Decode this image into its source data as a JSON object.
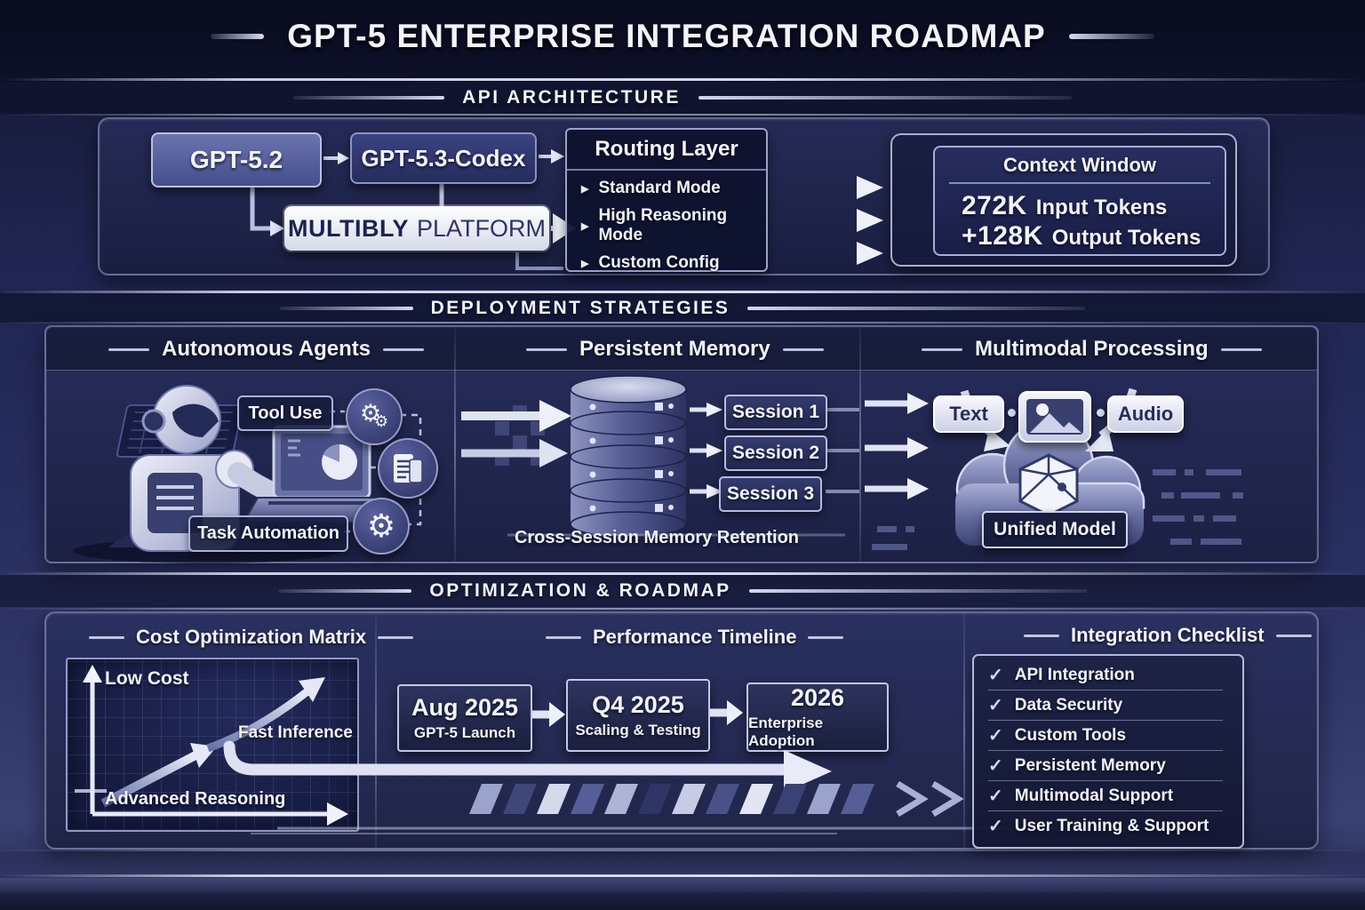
{
  "page": {
    "title": "GPT-5 ENTERPRISE INTEGRATION ROADMAP"
  },
  "icons": {
    "triangle": "▶",
    "check": "✓",
    "gear": "⚙"
  },
  "api": {
    "header": "API ARCHITECTURE",
    "model_a": "GPT-5.2",
    "model_b": "GPT-5.3-Codex",
    "platform_name": "MULTIBLY",
    "platform_word": "PLATFORM",
    "routing_title": "Routing Layer",
    "routing_items": [
      "Standard Mode",
      "High Reasoning Mode",
      "Custom Config"
    ],
    "context_title": "Context Window",
    "context_rows": [
      {
        "value": "272K",
        "label": "Input Tokens"
      },
      {
        "value": "+128K",
        "label": "Output Tokens"
      }
    ]
  },
  "deployment": {
    "header": "DEPLOYMENT STRATEGIES",
    "col1_title": "Autonomous Agents",
    "tool_use": "Tool Use",
    "task_automation": "Task Automation",
    "col2_title": "Persistent Memory",
    "sessions": [
      "Session 1",
      "Session 2",
      "Session 3"
    ],
    "memory_caption": "Cross-Session Memory Retention",
    "col3_title": "Multimodal Processing",
    "modality_text": "Text",
    "modality_audio": "Audio",
    "unified_model": "Unified Model"
  },
  "optimization": {
    "header": "OPTIMIZATION & ROADMAP",
    "cost_title": "Cost Optimization Matrix",
    "cost_axis_y": "Low Cost",
    "cost_mid": "Fast Inference",
    "cost_axis_x": "Advanced Reasoning",
    "timeline_title": "Performance Timeline",
    "milestones": [
      {
        "date": "Aug 2025",
        "label": "GPT-5 Launch"
      },
      {
        "date": "Q4 2025",
        "label": "Scaling & Testing"
      },
      {
        "date": "2026",
        "label": "Enterprise Adoption"
      }
    ],
    "checklist_title": "Integration Checklist",
    "checklist_items": [
      "API Integration",
      "Data Security",
      "Custom Tools",
      "Persistent Memory",
      "Multimodal Support",
      "User Training & Support"
    ]
  },
  "colors": {
    "deep_navy": "#12152e",
    "panel_navy": "#1e2450",
    "slate_blue": "#3c4377",
    "box_blue": "#4d5691",
    "light_periwinkle": "#cdd3ee",
    "white_text": "#f4f6fc"
  }
}
